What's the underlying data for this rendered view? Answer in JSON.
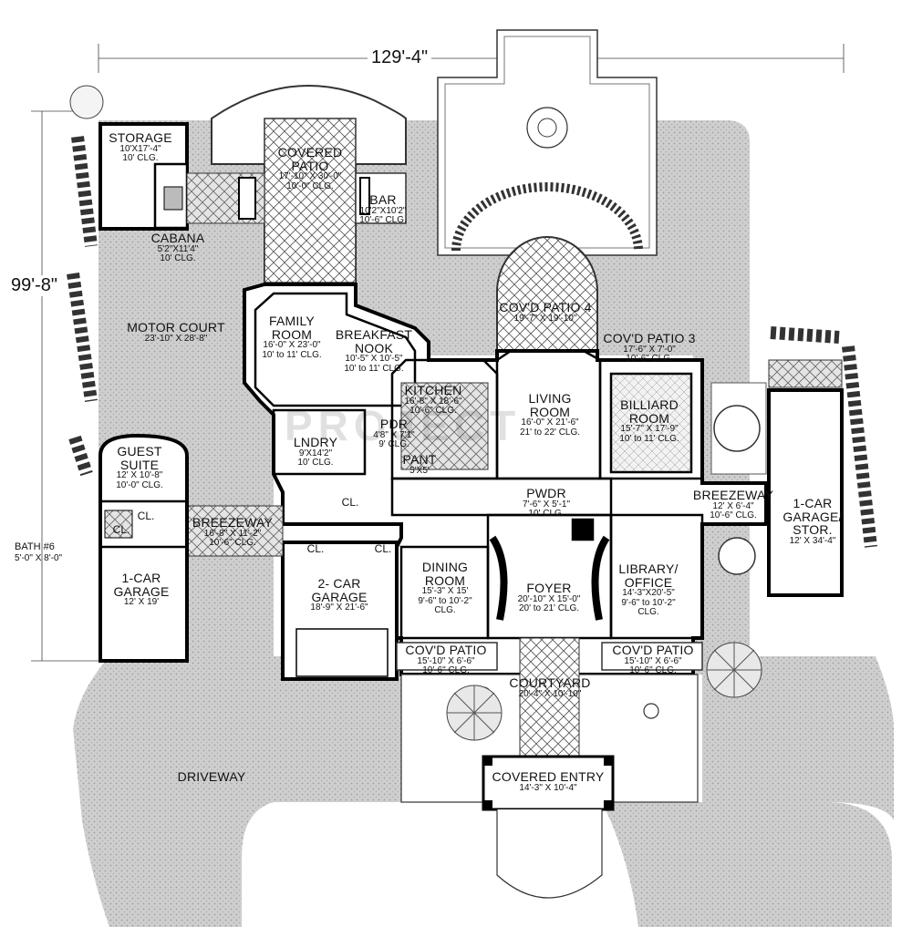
{
  "dimensions": {
    "width": "129'-4\"",
    "depth": "99'-8\""
  },
  "bath6": {
    "name": "BATH #6",
    "size": "5'-0\" X 8'-0\""
  },
  "watermark": "PROJECT",
  "rooms": [
    {
      "id": "storage",
      "name": "STORAGE",
      "size": "10'X17'-4\"",
      "clg": "10' CLG."
    },
    {
      "id": "cabana",
      "name": "CABANA",
      "size": "5'2\"X11'4\"",
      "clg": "10' CLG."
    },
    {
      "id": "covered-patio",
      "name": "COVERED PATIO",
      "size": "17'-10\" X 30'-0\"",
      "clg": "10'-0\" CLG."
    },
    {
      "id": "bar",
      "name": "BAR",
      "size": "10'2\"X10'2\"",
      "clg": "10'-6\" CLG."
    },
    {
      "id": "covd-patio-4",
      "name": "COV'D PATIO 4",
      "size": "19'-7\" X 19'-10\"",
      "clg": ""
    },
    {
      "id": "covd-patio-3",
      "name": "COV'D PATIO 3",
      "size": "17'-6\" X 7'-0\"",
      "clg": "10'-6\" CLG."
    },
    {
      "id": "motor-court",
      "name": "MOTOR COURT",
      "size": "23'-10\" X 28'-8\"",
      "clg": ""
    },
    {
      "id": "family-room",
      "name": "FAMILY ROOM",
      "size": "16'-0\" X 23'-0\"",
      "clg": "10' to 11' CLG."
    },
    {
      "id": "breakfast-nook",
      "name": "BREAKFAST NOOK",
      "size": "10'-5\" X 10'-5\"",
      "clg": "10' to 11' CLG."
    },
    {
      "id": "kitchen",
      "name": "KITCHEN",
      "size": "16'-8\" X 18'-6\"",
      "clg": "10'-6\" CLG."
    },
    {
      "id": "living-room",
      "name": "LIVING ROOM",
      "size": "16'-0\" X 21'-6\"",
      "clg": "21' to 22' CLG."
    },
    {
      "id": "billiard-room",
      "name": "BILLIARD ROOM",
      "size": "15'-7\" X 17'-9\"",
      "clg": "10' to 11' CLG."
    },
    {
      "id": "pdr",
      "name": "PDR",
      "size": "4'8\" X 7'1\"",
      "clg": "9' CLG."
    },
    {
      "id": "lndry",
      "name": "LNDRY",
      "size": "9'X14'2\"",
      "clg": "10' CLG."
    },
    {
      "id": "pant",
      "name": "PANT",
      "size": "5'X5'",
      "clg": ""
    },
    {
      "id": "guest-suite",
      "name": "GUEST SUITE",
      "size": "12' X 10'-8\"",
      "clg": "10'-0\" CLG."
    },
    {
      "id": "breezeway-left",
      "name": "BREEZEWAY",
      "size": "16'-8\" X 11'-2\"",
      "clg": "10'-6\" CLG."
    },
    {
      "id": "pwdr",
      "name": "PWDR",
      "size": "7'-6\" X 5'-1\"",
      "clg": "10' CLG."
    },
    {
      "id": "breezeway-right",
      "name": "BREEZEWAY",
      "size": "12' X 6'-4\"",
      "clg": "10'-6\" CLG."
    },
    {
      "id": "one-car-garage-right",
      "name": "1-CAR GARAGE/ STOR.",
      "size": "12' X 34'-4\"",
      "clg": ""
    },
    {
      "id": "one-car-garage-left",
      "name": "1-CAR GARAGE",
      "size": "12' X 19'",
      "clg": ""
    },
    {
      "id": "two-car-garage",
      "name": "2- CAR GARAGE",
      "size": "18'-9\" X 21'-6\"",
      "clg": ""
    },
    {
      "id": "dining-room",
      "name": "DINING ROOM",
      "size": "15'-3\" X 15'",
      "clg": "9'-6\" to 10'-2\" CLG."
    },
    {
      "id": "foyer",
      "name": "FOYER",
      "size": "20'-10\" X 15'-0\"",
      "clg": "20' to 21' CLG."
    },
    {
      "id": "library",
      "name": "LIBRARY/ OFFICE",
      "size": "14'-3\"X20'-5\"",
      "clg": "9'-6\" to 10'-2\" CLG."
    },
    {
      "id": "covd-patio-left",
      "name": "COV'D PATIO",
      "size": "15'-10\" X 6'-6\"",
      "clg": "10'-6\" CLG."
    },
    {
      "id": "covd-patio-right",
      "name": "COV'D PATIO",
      "size": "15'-10\" X 6'-6\"",
      "clg": "10'-6\" CLG."
    },
    {
      "id": "courtyard",
      "name": "COURTYARD",
      "size": "20'-4\" X 10'-10\"",
      "clg": ""
    },
    {
      "id": "covered-entry",
      "name": "COVERED ENTRY",
      "size": "14'-3\" X 10'-4\"",
      "clg": ""
    },
    {
      "id": "driveway",
      "name": "DRIVEWAY",
      "size": "",
      "clg": ""
    }
  ],
  "closets": [
    "CL.",
    "CL.",
    "CL.",
    "CL.",
    "CL."
  ]
}
